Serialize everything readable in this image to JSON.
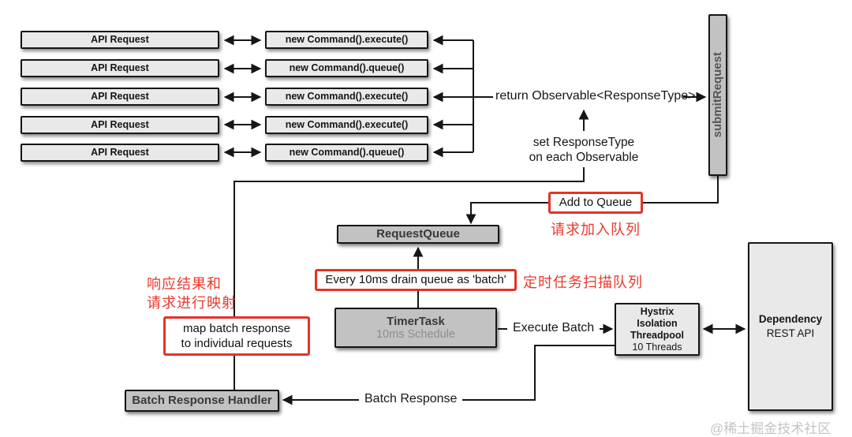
{
  "colors": {
    "accent_red": "#e8392c",
    "box_light_gray": "#e9e9e9",
    "box_medium_gray": "#c2c2c2",
    "line_black": "#161616",
    "watermark_gray": "#c4c4c4"
  },
  "rows": [
    {
      "left": "API Request",
      "right": "new Command().execute()"
    },
    {
      "left": "API Request",
      "right": "new Command().queue()"
    },
    {
      "left": "API Request",
      "right": "new Command().execute()"
    },
    {
      "left": "API Request",
      "right": "new Command().execute()"
    },
    {
      "left": "API Request",
      "right": "new Command().queue()"
    }
  ],
  "labels": {
    "return_observable": "return Observable<ResponseType>",
    "set_response_type": [
      "set ResponseType",
      "on each Observable"
    ],
    "submit_request": "submitRequest",
    "add_to_queue": "Add to Queue",
    "add_to_queue_zh": "请求加入队列",
    "request_queue": "RequestQueue",
    "drain_queue": "Every 10ms drain queue as 'batch'",
    "drain_queue_zh": "定时任务扫描队列",
    "timer_task_title": "TimerTask",
    "timer_task_sub": "10ms Schedule",
    "execute_batch": "Execute Batch",
    "hystrix_lines": [
      "Hystrix",
      "Isolation",
      "Threadpool"
    ],
    "hystrix_sub": "10 Threads",
    "dependency_title": "Dependency",
    "dependency_sub": "REST API",
    "map_batch": [
      "map batch response",
      "to individual requests"
    ],
    "map_batch_zh": [
      "响应结果和",
      "请求进行映射"
    ],
    "batch_handler": "Batch Response Handler",
    "batch_response": "Batch Response",
    "watermark": "@稀土掘金技术社区"
  }
}
